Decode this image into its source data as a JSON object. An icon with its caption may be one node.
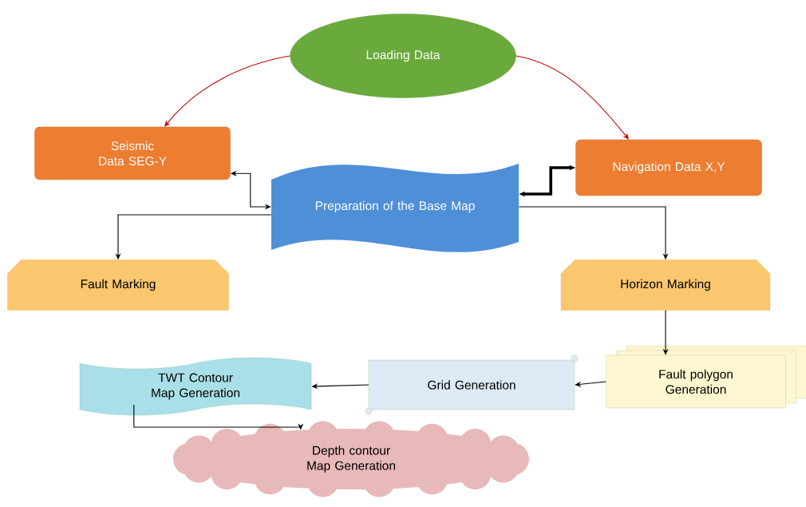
{
  "diagram": {
    "nodes": [
      {
        "text": [
          "Loading Data"
        ]
      },
      {
        "text": [
          "Seismic Data SEG-Y"
        ]
      },
      {
        "text": [
          "Navigation Data X,Y"
        ]
      },
      {
        "text": [
          "Preparation of the Base Map"
        ]
      },
      {
        "text": [
          "Fault Marking"
        ]
      },
      {
        "text": [
          "Horizon Marking"
        ]
      },
      {
        "text": [
          "Fault polygon Generation"
        ]
      },
      {
        "text": [
          "Grid Generation"
        ]
      },
      {
        "text": [
          "TWT Contour Map Generation"
        ]
      },
      {
        "text": [
          "Depth contour Map Generation"
        ]
      }
    ],
    "edges": [
      {
        "from": 0,
        "to": 1,
        "arrow": "to",
        "color": "#c00000"
      },
      {
        "from": 0,
        "to": 2,
        "arrow": "to",
        "color": "#c00000"
      },
      {
        "from": 3,
        "to": 1,
        "arrow": "both"
      },
      {
        "from": 3,
        "to": 2,
        "arrow": "both",
        "style": "thick"
      },
      {
        "from": 3,
        "to": 4,
        "arrow": "to"
      },
      {
        "from": 3,
        "to": 5,
        "arrow": "to"
      },
      {
        "from": 5,
        "to": 6,
        "arrow": "to"
      },
      {
        "from": 6,
        "to": 7,
        "arrow": "to"
      },
      {
        "from": 7,
        "to": 8,
        "arrow": "to"
      },
      {
        "from": 8,
        "to": 9,
        "arrow": "to"
      }
    ]
  }
}
